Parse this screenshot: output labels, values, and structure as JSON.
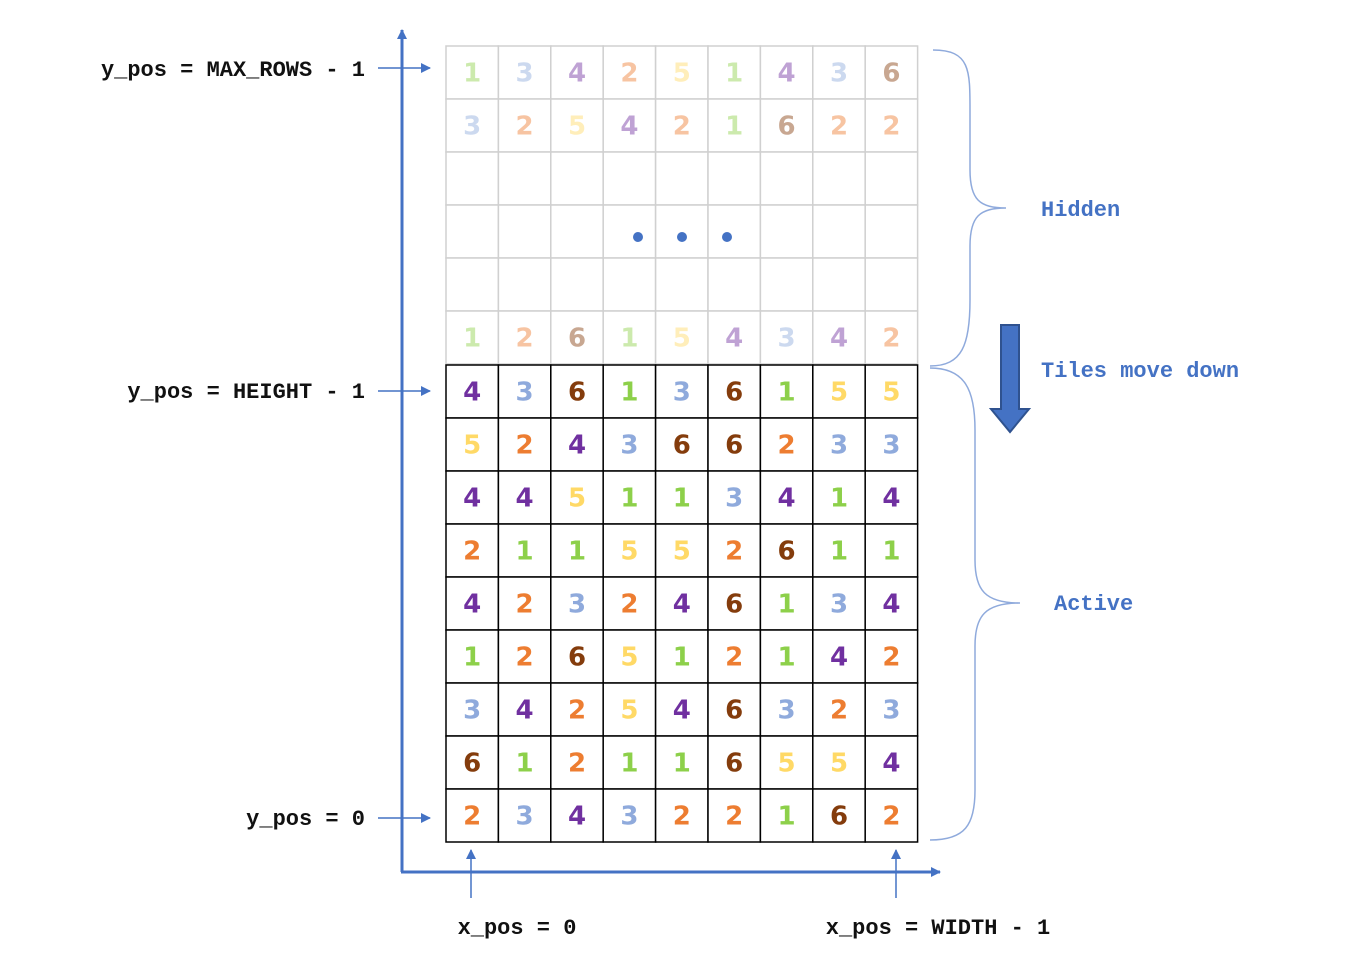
{
  "axis_labels": {
    "y_max": "y_pos = MAX_ROWS - 1",
    "y_height": "y_pos = HEIGHT - 1",
    "y_zero": "y_pos = 0",
    "x_zero": "x_pos = 0",
    "x_width": "x_pos = WIDTH - 1"
  },
  "side_labels": {
    "hidden": "Hidden",
    "move": "Tiles move down",
    "active": "Active"
  },
  "colors": {
    "1": "#8dd04a",
    "2": "#ed7d31",
    "3": "#8faadc",
    "4": "#7030a0",
    "5": "#ffd966",
    "6": "#843c0c",
    "accent": "#4472c4",
    "hidden_grid": "#d0d0d0",
    "active_grid": "#000000"
  },
  "hidden_rows": [
    [
      "1",
      "3",
      "4",
      "2",
      "5",
      "1",
      "4",
      "3",
      "6"
    ],
    [
      "3",
      "2",
      "5",
      "4",
      "2",
      "1",
      "6",
      "2",
      "2"
    ],
    [
      "",
      "",
      "",
      "",
      "",
      "",
      "",
      "",
      ""
    ],
    [
      "",
      "",
      "",
      "",
      "",
      "",
      "",
      "",
      ""
    ],
    [
      "",
      "",
      "",
      "",
      "",
      "",
      "",
      "",
      ""
    ],
    [
      "1",
      "2",
      "6",
      "1",
      "5",
      "4",
      "3",
      "4",
      "2"
    ]
  ],
  "active_rows": [
    [
      "4",
      "3",
      "6",
      "1",
      "3",
      "6",
      "1",
      "5",
      "5"
    ],
    [
      "5",
      "2",
      "4",
      "3",
      "6",
      "6",
      "2",
      "3",
      "3"
    ],
    [
      "4",
      "4",
      "5",
      "1",
      "1",
      "3",
      "4",
      "1",
      "4"
    ],
    [
      "2",
      "1",
      "1",
      "5",
      "5",
      "2",
      "6",
      "1",
      "1"
    ],
    [
      "4",
      "2",
      "3",
      "2",
      "4",
      "6",
      "1",
      "3",
      "4"
    ],
    [
      "1",
      "2",
      "6",
      "5",
      "1",
      "2",
      "1",
      "4",
      "2"
    ],
    [
      "3",
      "4",
      "2",
      "5",
      "4",
      "6",
      "3",
      "2",
      "3"
    ],
    [
      "6",
      "1",
      "2",
      "1",
      "1",
      "6",
      "5",
      "5",
      "4"
    ],
    [
      "2",
      "3",
      "4",
      "3",
      "2",
      "2",
      "1",
      "6",
      "2"
    ]
  ]
}
